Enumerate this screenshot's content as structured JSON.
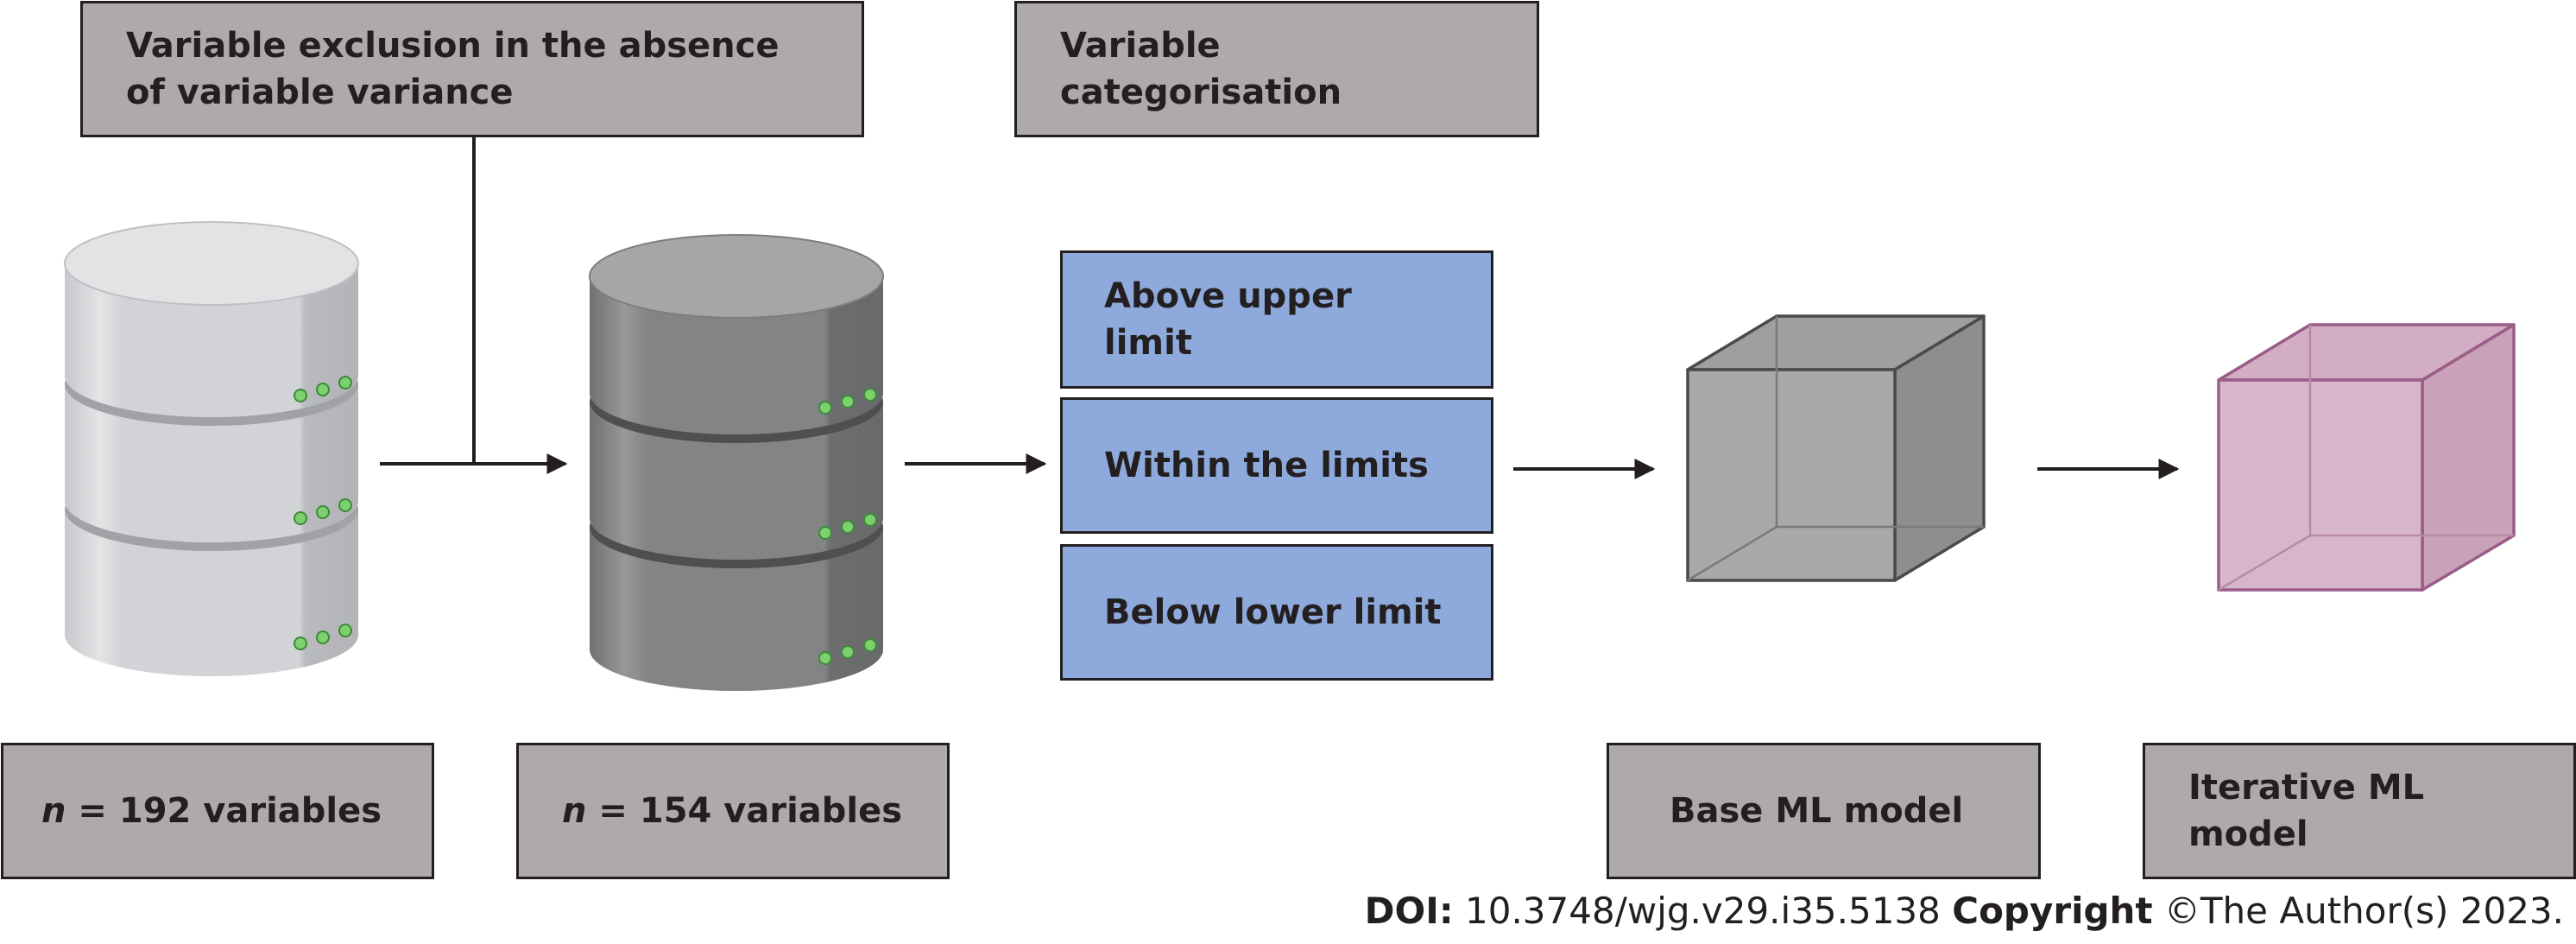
{
  "steps": {
    "exclusion": "Variable exclusion in the absence of variable variance",
    "categorisation": "Variable categorisation"
  },
  "categories": [
    "Above upper limit",
    "Within the limits",
    "Below lower limit"
  ],
  "counts": {
    "n_symbol": "n",
    "initial": "= 192 variables",
    "after": "= 154 variables"
  },
  "models": {
    "base": "Base ML model",
    "iterative": "Iterative ML model"
  },
  "footer": {
    "doi_label": "DOI:",
    "doi_value": "10.3748/wjg.v29.i35.5138",
    "copyright_label": "Copyright",
    "copyright_value": "©The Author(s) 2023."
  },
  "colors": {
    "label_box": "#aeaaaa",
    "category_box": "#8eaadc",
    "database_light": "#d4d5d8",
    "database_dark": "#838486",
    "base_cube": "#a9a9a9",
    "iterative_cube": "#d8b6ca",
    "led": "#7ecf6e"
  }
}
